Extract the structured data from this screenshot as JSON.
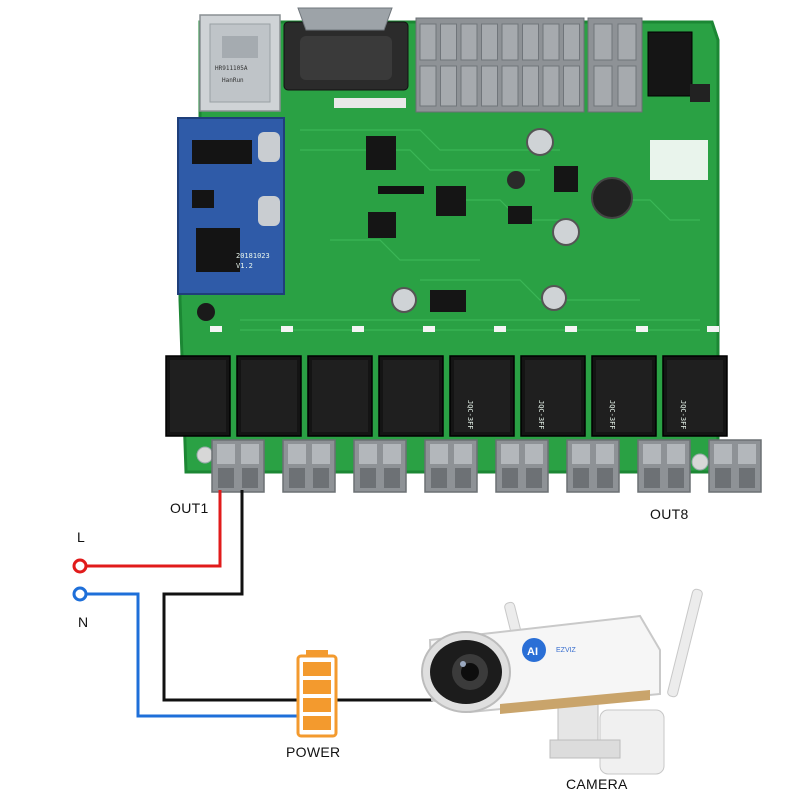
{
  "labels": {
    "out1": "OUT1",
    "out8": "OUT8",
    "line": "L",
    "neutral": "N",
    "power": "POWER",
    "camera": "CAMERA"
  },
  "board": {
    "relay_markings": [
      "JQC-3FF",
      "JQC-3FF",
      "JQC-3FF",
      "JQC-3FF"
    ],
    "relay_slots": 8,
    "connector_marking": "HR911105A",
    "connector_brand": "HanRun",
    "module_date": "20181023",
    "module_version": "V1.2"
  },
  "camera": {
    "brand": "EZVIZ",
    "badge": "AI"
  },
  "colors": {
    "pcb": "#2aa144",
    "pcb_edge": "#1c8734",
    "module": "#2f5ba8",
    "line_wire": "#e11b1b",
    "neutral_wire": "#1e6fd9",
    "ground_wire": "#111111",
    "battery": "#f39a2e",
    "terminal": "#8e9296"
  }
}
